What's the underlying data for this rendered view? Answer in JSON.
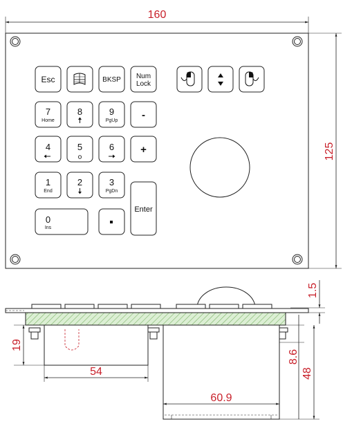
{
  "dimensions": {
    "top_width": "160",
    "top_height": "125",
    "side_thickness": "1.5",
    "left_depth": "19",
    "left_width": "54",
    "right_depth_small": "8.6",
    "right_depth_total": "48",
    "right_width": "60.9"
  },
  "keys": {
    "esc": {
      "main": "Esc",
      "sub": ""
    },
    "win": {
      "main": "",
      "sub": ""
    },
    "bksp": {
      "main": "BKSP",
      "sub": ""
    },
    "numlock": {
      "main": "Num",
      "main2": "Lock"
    },
    "k7": {
      "main": "7",
      "sub": "Home"
    },
    "k8": {
      "main": "8",
      "sub": ""
    },
    "k9": {
      "main": "9",
      "sub": "PgUp"
    },
    "minus": {
      "main": "-",
      "sub": ""
    },
    "k4": {
      "main": "4",
      "sub": ""
    },
    "k5": {
      "main": "5",
      "sub": ""
    },
    "k6": {
      "main": "6",
      "sub": ""
    },
    "plus": {
      "main": "+",
      "sub": ""
    },
    "k1": {
      "main": "1",
      "sub": "End"
    },
    "k2": {
      "main": "2",
      "sub": ""
    },
    "k3": {
      "main": "3",
      "sub": "PgDn"
    },
    "enter": {
      "main": "Enter",
      "sub": ""
    },
    "k0": {
      "main": "0",
      "sub": "Ins"
    },
    "dot": {
      "main": "·",
      "sub": ""
    }
  },
  "colors": {
    "dimension_text": "#c8202a",
    "pcb_fill": "#dcefd4",
    "line": "#222222"
  }
}
